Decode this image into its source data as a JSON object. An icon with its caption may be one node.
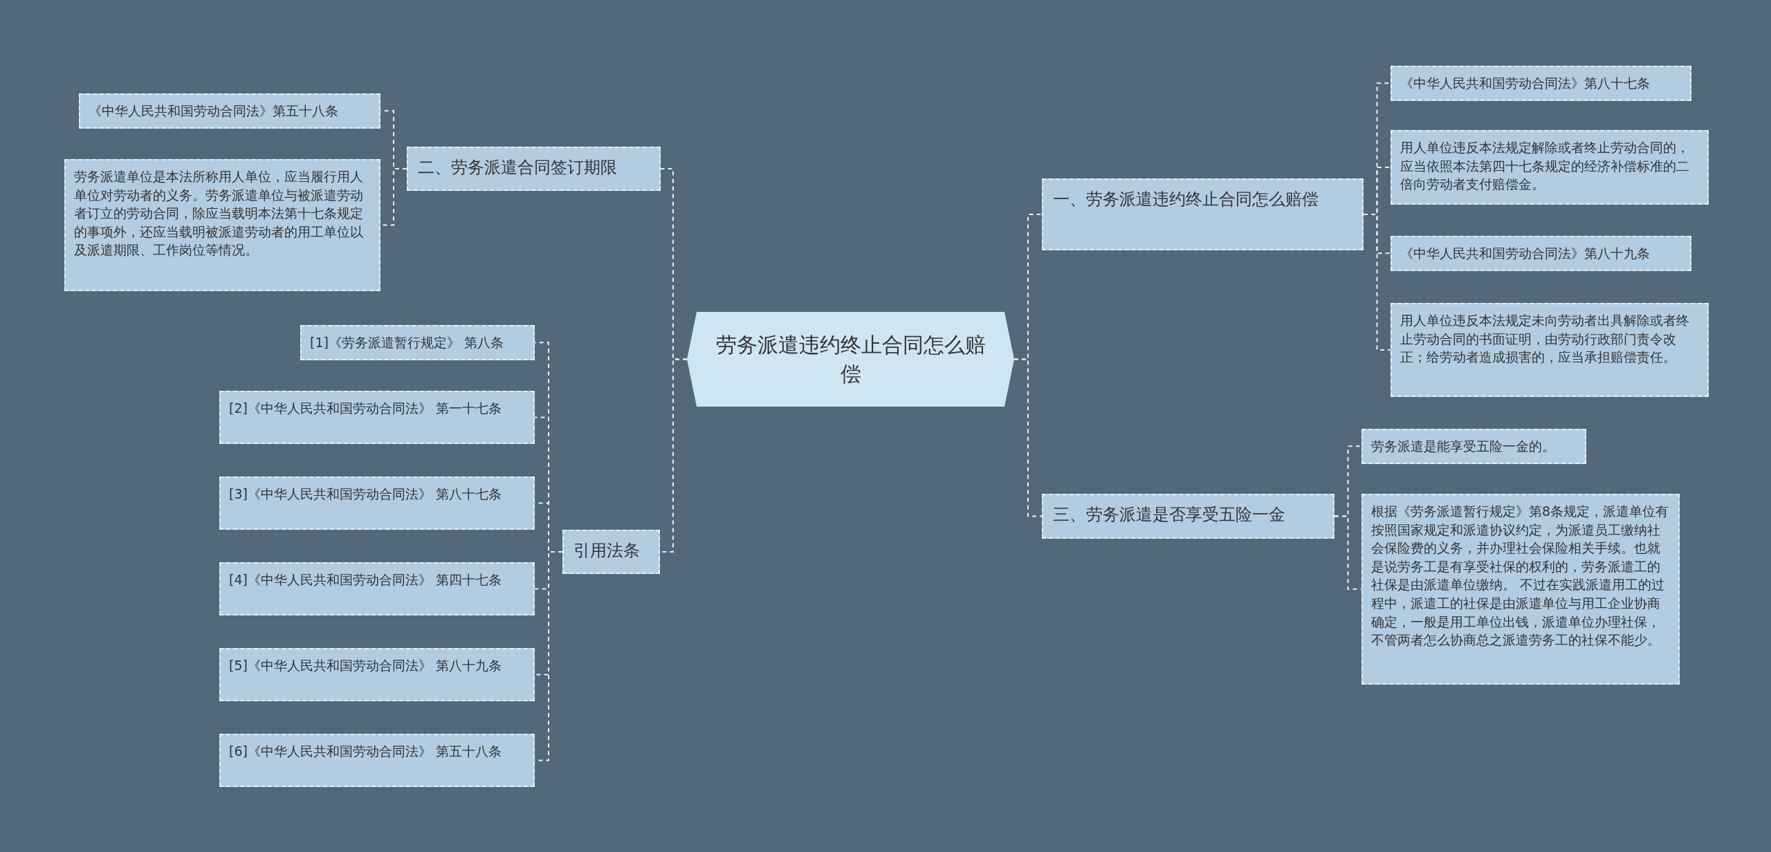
{
  "diagram": {
    "nodes": [
      {
        "text": [
          "劳务派遣违约终止合同怎么赔偿"
        ]
      },
      {
        "text": [
          "一、劳务派遣违约终止合同怎么赔偿"
        ]
      },
      {
        "text": [
          "《中华人民共和国劳动合同法》第八十七条"
        ]
      },
      {
        "text": [
          "用人单位违反本法规定解除或者终止劳动合同的，应当依照本法第四十七条规定的经济补偿标准的二倍向劳动者支付赔偿金。"
        ]
      },
      {
        "text": [
          "《中华人民共和国劳动合同法》第八十九条"
        ]
      },
      {
        "text": [
          "用人单位违反本法规定未向劳动者出具解除或者终止劳动合同的书面证明，由劳动行政部门责令改正；给劳动者造成损害的，应当承担赔偿责任。"
        ]
      },
      {
        "text": [
          "三、劳务派遣是否享受五险一金"
        ]
      },
      {
        "text": [
          "劳务派遣是能享受五险一金的。"
        ]
      },
      {
        "text": [
          "根据《劳务派遣暂行规定》第8条规定，派遣单位有按照国家规定和派遣协议约定，为派遣员工缴纳社会保险费的义务，并办理社会保险相关手续。也就是说劳务工是有享受社保的权利的，劳务派遣工的社保是由派遣单位缴纳。 不过在实践派遣用工的过程中，派遣工的社保是由派遣单位与用工企业协商确定，一般是用工单位出钱，派遣单位办理社保，不管两者怎么协商总之派遣劳务工的社保不能少。"
        ]
      },
      {
        "text": [
          "二、劳务派遣合同签订期限"
        ]
      },
      {
        "text": [
          "《中华人民共和国劳动合同法》第五十八条"
        ]
      },
      {
        "text": [
          "劳务派遣单位是本法所称用人单位，应当履行用人单位对劳动者的义务。劳务派遣单位与被派遣劳动者订立的劳动合同，除应当载明本法第十七条规定的事项外，还应当载明被派遣劳动者的用工单位以及派遣期限、工作岗位等情况。"
        ]
      },
      {
        "text": [
          "引用法条"
        ]
      },
      {
        "text": [
          "[1]《劳务派遣暂行规定》 第八条"
        ]
      },
      {
        "text": [
          "[2]《中华人民共和国劳动合同法》 第一十七条"
        ]
      },
      {
        "text": [
          "[3]《中华人民共和国劳动合同法》 第八十七条"
        ]
      },
      {
        "text": [
          "[4]《中华人民共和国劳动合同法》 第四十七条"
        ]
      },
      {
        "text": [
          "[5]《中华人民共和国劳动合同法》 第八十九条"
        ]
      },
      {
        "text": [
          "[6]《中华人民共和国劳动合同法》 第五十八条"
        ]
      }
    ],
    "edges": [
      {
        "from": 0,
        "to": 1,
        "arrow": "none"
      },
      {
        "from": 1,
        "to": 2,
        "arrow": "none"
      },
      {
        "from": 1,
        "to": 3,
        "arrow": "none"
      },
      {
        "from": 1,
        "to": 4,
        "arrow": "none"
      },
      {
        "from": 1,
        "to": 5,
        "arrow": "none"
      },
      {
        "from": 0,
        "to": 6,
        "arrow": "none"
      },
      {
        "from": 6,
        "to": 7,
        "arrow": "none"
      },
      {
        "from": 6,
        "to": 8,
        "arrow": "none"
      },
      {
        "from": 0,
        "to": 9,
        "arrow": "none"
      },
      {
        "from": 9,
        "to": 10,
        "arrow": "none"
      },
      {
        "from": 9,
        "to": 11,
        "arrow": "none"
      },
      {
        "from": 0,
        "to": 12,
        "arrow": "none"
      },
      {
        "from": 12,
        "to": 13,
        "arrow": "none"
      },
      {
        "from": 12,
        "to": 14,
        "arrow": "none"
      },
      {
        "from": 12,
        "to": 15,
        "arrow": "none"
      },
      {
        "from": 12,
        "to": 16,
        "arrow": "none"
      },
      {
        "from": 12,
        "to": 17,
        "arrow": "none"
      },
      {
        "from": 12,
        "to": 18,
        "arrow": "none"
      }
    ]
  }
}
